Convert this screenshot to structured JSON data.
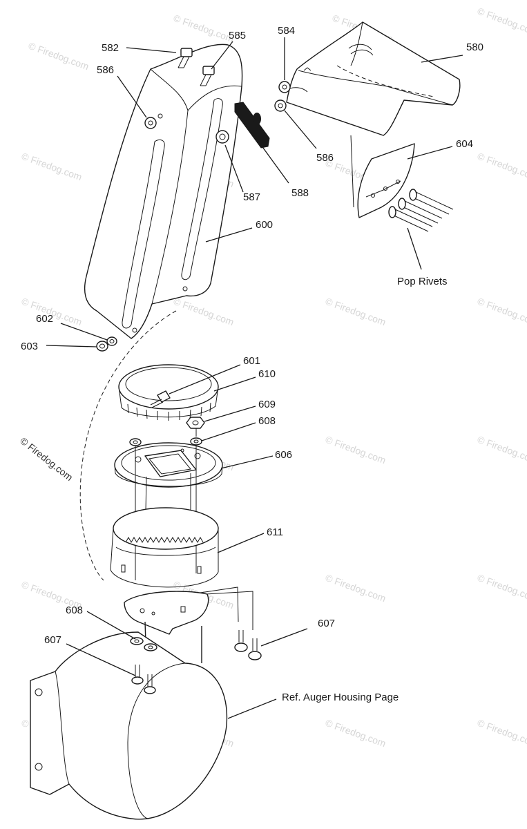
{
  "watermark": {
    "text": "© Firedog.com",
    "color": "#d6d6d6",
    "strong_color": "#333333"
  },
  "labels": {
    "p580": "580",
    "p582": "582",
    "p584": "584",
    "p585": "585",
    "p586a": "586",
    "p586b": "586",
    "p587": "587",
    "p588": "588",
    "p600": "600",
    "p601": "601",
    "p602": "602",
    "p603": "603",
    "p604": "604",
    "p606": "606",
    "p607a": "607",
    "p607b": "607",
    "p608a": "608",
    "p608b": "608",
    "p609": "609",
    "p610": "610",
    "p611": "611",
    "pop_rivets": "Pop Rivets",
    "ref_auger": "Ref. Auger Housing Page"
  }
}
